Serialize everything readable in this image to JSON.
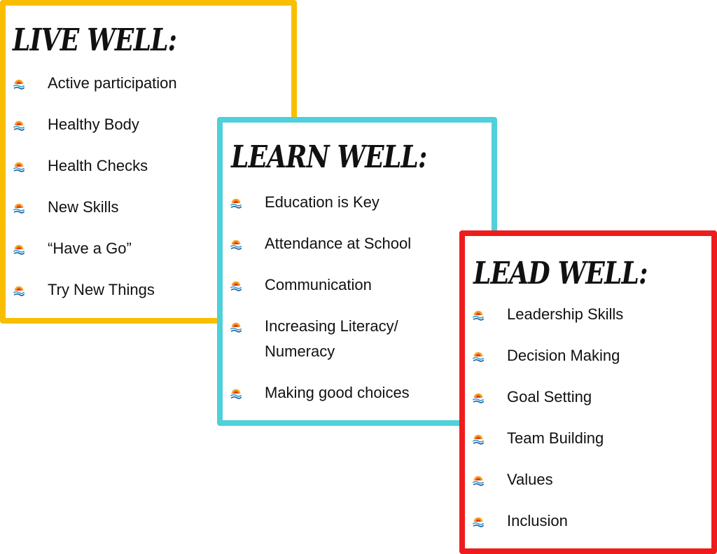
{
  "colors": {
    "live_border": "#F9BE00",
    "learn_border": "#4FD0DA",
    "lead_border": "#EE1C1C",
    "bullet_icon": [
      "#E63B2E",
      "#F6A21C",
      "#2E9FD6",
      "#1B5E9A"
    ]
  },
  "bullet_icon_name": "sunrise-wave-icon",
  "cards": {
    "live": {
      "title": "LIVE WELL:",
      "items": [
        "Active participation",
        "Healthy Body",
        "Health Checks",
        "New Skills",
        "“Have a Go”",
        "Try New Things"
      ]
    },
    "learn": {
      "title": "LEARN WELL:",
      "items": [
        "Education is Key",
        "Attendance at School",
        "Communication",
        "Increasing Literacy/\nNumeracy",
        "Making good choices"
      ]
    },
    "lead": {
      "title": "LEAD WELL:",
      "items": [
        "Leadership Skills",
        "Decision Making",
        "Goal Setting",
        "Team Building",
        "Values",
        "Inclusion"
      ]
    }
  }
}
